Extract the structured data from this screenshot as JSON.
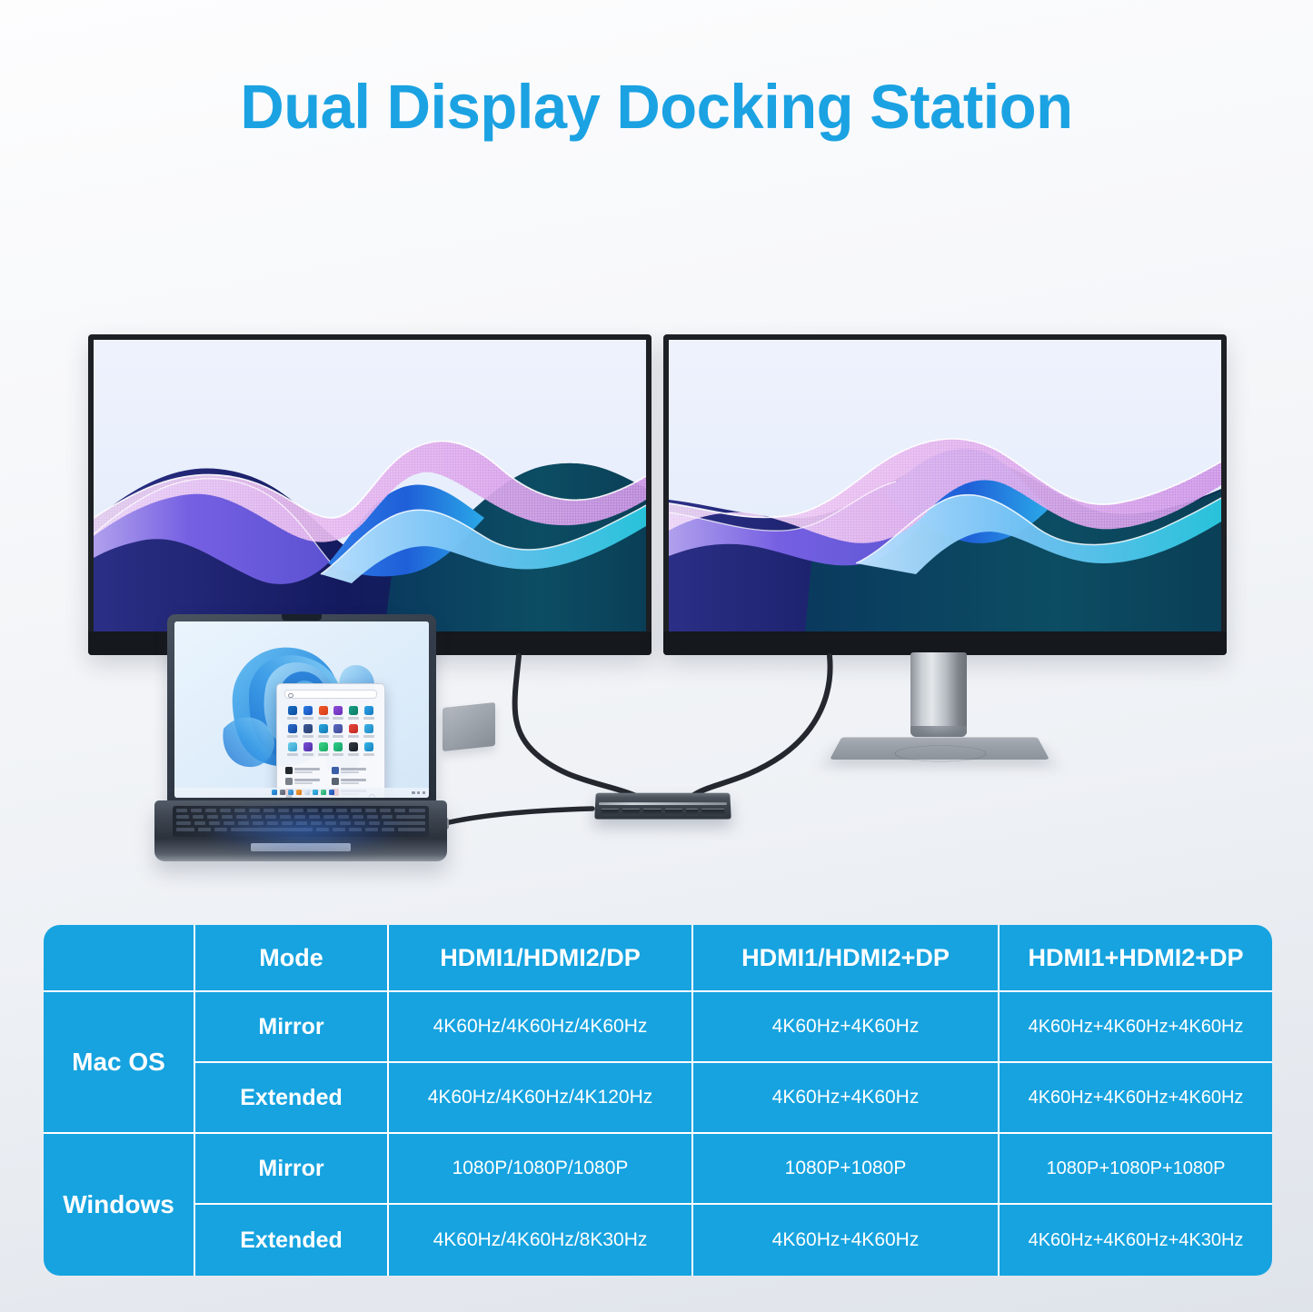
{
  "title": "Dual Display Docking Station",
  "colors": {
    "title_blue": "#1ba2e2",
    "table_blue": "#16a3e0",
    "table_line": "#ffffff",
    "background_top": "#fdfdfe",
    "background_bottom": "#dfe3ea"
  },
  "scene": {
    "monitor_left_name": "external-monitor-left",
    "monitor_right_name": "external-monitor-right",
    "laptop_name": "laptop-windows-11",
    "hub_name": "usb-c-docking-hub",
    "hub_brand": "",
    "wallpaper_desc": "abstract flowing ribbon waves",
    "laptop_wallpaper_desc": "windows 11 bloom"
  },
  "table": {
    "columns": [
      "",
      "Mode",
      "HDMI1/HDMI2/DP",
      "HDMI1/HDMI2+DP",
      "HDMI1+HDMI2+DP"
    ],
    "rows": [
      {
        "os": "Mac OS",
        "modes": [
          {
            "mode": "Mirror",
            "values": [
              "4K60Hz/4K60Hz/4K60Hz",
              "4K60Hz+4K60Hz",
              "4K60Hz+4K60Hz+4K60Hz"
            ]
          },
          {
            "mode": "Extended",
            "values": [
              "4K60Hz/4K60Hz/4K120Hz",
              "4K60Hz+4K60Hz",
              "4K60Hz+4K60Hz+4K60Hz"
            ]
          }
        ]
      },
      {
        "os": "Windows",
        "modes": [
          {
            "mode": "Mirror",
            "values": [
              "1080P/1080P/1080P",
              "1080P+1080P",
              "1080P+1080P+1080P"
            ]
          },
          {
            "mode": "Extended",
            "values": [
              "4K60Hz/4K60Hz/8K30Hz",
              "4K60Hz+4K60Hz",
              "4K60Hz+4K60Hz+4K30Hz"
            ]
          }
        ]
      }
    ]
  }
}
